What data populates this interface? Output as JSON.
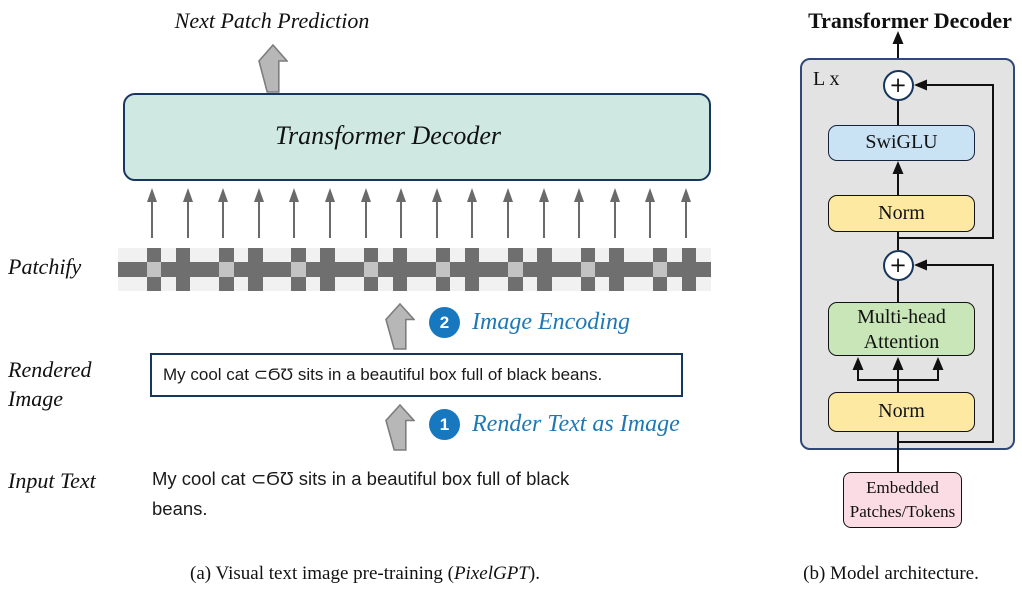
{
  "colors": {
    "accent_blue": "#1878bf",
    "label_blue": "#1f78b6",
    "navy_border": "#17365d",
    "panel_border": "#31497a",
    "panel_fill": "#e3e3e3",
    "decoder_fill": "#cfe9e2",
    "swiglu_fill": "#c9e2f4",
    "norm_fill": "#fde9a2",
    "attention_fill": "#c9e6b9",
    "embedded_fill": "#fbdce4",
    "arrow_gray": "#6a6a6a",
    "block_arrow_fill": "#b7b7b7",
    "patch_dark": "#6f6f6f",
    "patch_light": "#f1f1f1",
    "patch_mid": "#c3c3c3"
  },
  "panel_a": {
    "output_label": "Next Patch Prediction",
    "decoder_label": "Transformer Decoder",
    "patchify_label": "Patchify",
    "patch_arrow_count": 16,
    "strip": {
      "rows": [
        "LLDLDLLDLDLLDLDLLDLDLLDLDLLDLDLLDLDLLDLDL",
        "DDMDDDDMDDDDMDDDDMDDDDMDDDDMDDDDMDDDDMDDD",
        "LLDLDLLDLDLLDLDLLDLDLLDLDLLDLDLLDLDLLDLDL"
      ]
    },
    "step2": {
      "number": "2",
      "label": "Image Encoding"
    },
    "rendered_image_label": {
      "line1": "Rendered",
      "line2": "Image"
    },
    "rendered_sentence": "My cool cat ⊂ϬƱ sits in a beautiful box full of black beans.",
    "step1": {
      "number": "1",
      "label": "Render Text as Image"
    },
    "input_text_label": "Input Text",
    "input_text": {
      "line1": "My cool cat ⊂ϬƱ sits in a beautiful box full of black",
      "line2": "beans."
    },
    "caption": {
      "prefix": "(a) Visual text image pre-training (",
      "italic": "PixelGPT",
      "suffix": ")."
    }
  },
  "panel_b": {
    "title": "Transformer Decoder",
    "loop_label": "L x",
    "plus": "+",
    "swiglu_label": "SwiGLU",
    "norm_top_label": "Norm",
    "attention_label": {
      "line1": "Multi-head",
      "line2": "Attention"
    },
    "norm_bottom_label": "Norm",
    "embedded_label": {
      "line1": "Embedded",
      "line2": "Patches/Tokens"
    },
    "caption": "(b) Model architecture."
  }
}
